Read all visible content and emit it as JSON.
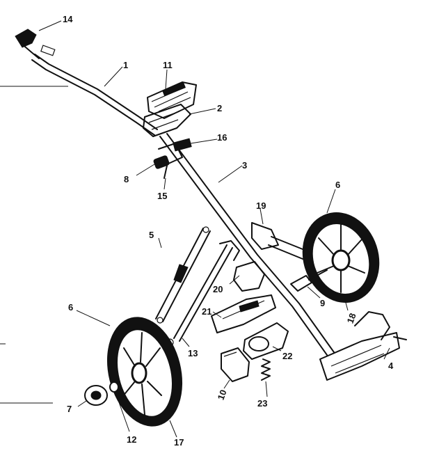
{
  "part_labels": {
    "p1": "1",
    "p2": "2",
    "p3": "3",
    "p4": "4",
    "p5": "5",
    "p6a": "6",
    "p6b": "6",
    "p7": "7",
    "p8": "8",
    "p9": "9",
    "p10": "10",
    "p11": "11",
    "p12": "12",
    "p13": "13",
    "p14": "14",
    "p15": "15",
    "p16": "16",
    "p17": "17",
    "p18": "18",
    "p19": "19",
    "p20": "20",
    "p21": "21",
    "p22": "22",
    "p23": "23"
  }
}
